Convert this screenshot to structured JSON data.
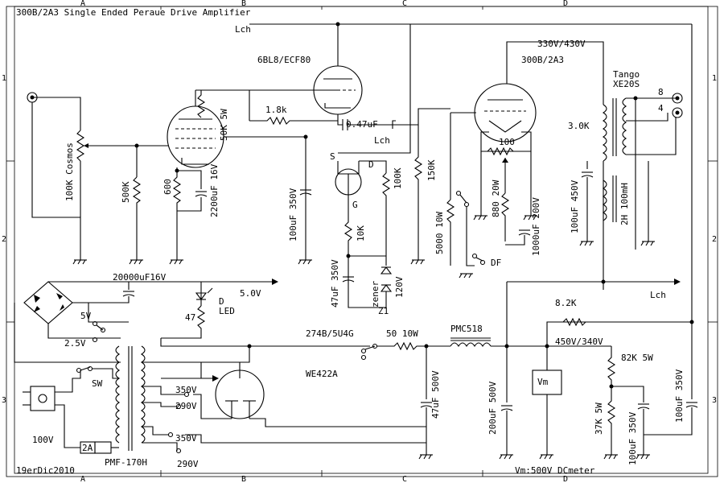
{
  "title": "300B/2A3 Single Ended Peraue Drive Amplifier",
  "date": "19erDic2010",
  "meter_note": "Vm:500V DCmeter",
  "grid": {
    "cols": [
      "A",
      "B",
      "C",
      "D"
    ],
    "rows": [
      "1",
      "2",
      "3"
    ]
  },
  "labels": {
    "lch_top": "Lch",
    "lch_mid": "Lch",
    "lch_right": "Lch",
    "tube_6bl8": "6BL8/ECF80",
    "tube_300b": "300B/2A3",
    "b_plus": "330V/430V",
    "r_1k8": "1.8k",
    "cap_047": "0.47uF",
    "r_50k5w": "50K 5W",
    "vol_pot": "100K Cosmos",
    "r_500k": "500K",
    "r_600": "600",
    "cap_2200": "2200uF 16V",
    "cap_100u350": "100uF 350V",
    "fet_s": "S",
    "fet_d": "D",
    "fet_g": "G",
    "r_10k": "10K",
    "r_100k": "100K",
    "r_150k": "150K",
    "cap_47u350": "47uF 350V",
    "zener_lbl": "zener",
    "z1": "Z1",
    "z_120v": "120V",
    "r_100": "100",
    "r_880": "880 20W",
    "r_5000": "5000 10W",
    "cap_1000u": "1000uF 200V",
    "df": "DF",
    "xfmr_brand": "Tango",
    "xfmr_model": "XE20S",
    "z_3k": "3.0K",
    "tap_8": "8",
    "tap_4": "4",
    "cap_100u450": "100uF 450V",
    "choke_2h": "2H 100mH",
    "cap_20000": "20000uF16V",
    "v_5": "5.0V",
    "led_d": "D",
    "led_led": "LED",
    "r_47": "47",
    "v5v": "5V",
    "v2_5": "2.5V",
    "rect_sel": "274B/5U4G",
    "r_50_10w": "50 10W",
    "choke_pmc": "PMC518",
    "r_8k2": "8.2K",
    "b_450": "450V/340V",
    "rect_we": "WE422A",
    "sw": "SW",
    "v350a": "350V",
    "v290a": "290V",
    "v350b": "350V",
    "v290b": "290V",
    "mains": "100V",
    "fuse": "2A",
    "pt": "PMF-170H",
    "cap_47u500": "47uF 500V",
    "cap_200u500": "200uF 500V",
    "vm": "Vm",
    "r_82k": "82K 5W",
    "r_37k": "37K 5W",
    "cap_100u350b": "100uF 350V",
    "cap_100u350c": "100uF 350V"
  }
}
